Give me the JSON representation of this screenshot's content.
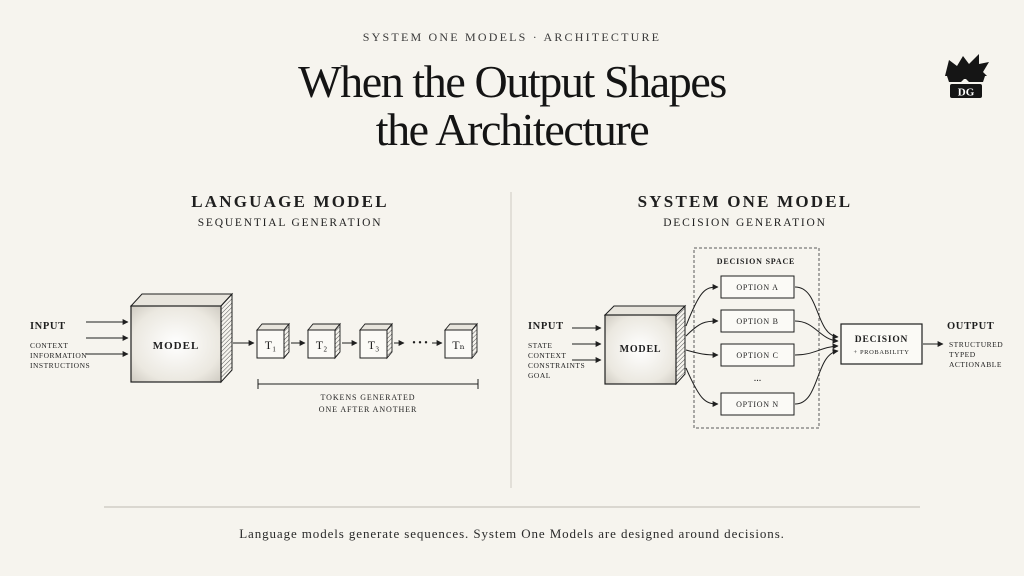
{
  "header": {
    "eyebrow": "SYSTEM ONE MODELS · ARCHITECTURE",
    "title_line1": "When the Output Shapes",
    "title_line2": "the Architecture",
    "logo_text": "DG"
  },
  "left_panel": {
    "heading": "LANGUAGE MODEL",
    "subheading": "SEQUENTIAL GENERATION",
    "input_label": "INPUT",
    "input_items": [
      "CONTEXT",
      "INFORMATION",
      "INSTRUCTIONS"
    ],
    "model_label": "MODEL",
    "tokens": [
      "T₁",
      "T₂",
      "T₃",
      "Tₙ"
    ],
    "ellipsis": "• • •",
    "tokens_note_line1": "TOKENS GENERATED",
    "tokens_note_line2": "ONE AFTER ANOTHER"
  },
  "right_panel": {
    "heading": "SYSTEM ONE MODEL",
    "subheading": "DECISION GENERATION",
    "input_label": "INPUT",
    "input_items": [
      "STATE",
      "CONTEXT",
      "CONSTRAINTS",
      "GOAL"
    ],
    "model_label": "MODEL",
    "decision_space_label": "DECISION SPACE",
    "options": [
      "OPTION A",
      "OPTION B",
      "OPTION C",
      "OPTION N"
    ],
    "options_ellipsis": "...",
    "decision_label": "DECISION",
    "decision_sub": "+ PROBABILITY",
    "output_label": "OUTPUT",
    "output_items": [
      "STRUCTURED",
      "TYPED",
      "ACTIONABLE"
    ]
  },
  "footer": {
    "caption": "Language models generate sequences. System One Models are designed around decisions."
  }
}
